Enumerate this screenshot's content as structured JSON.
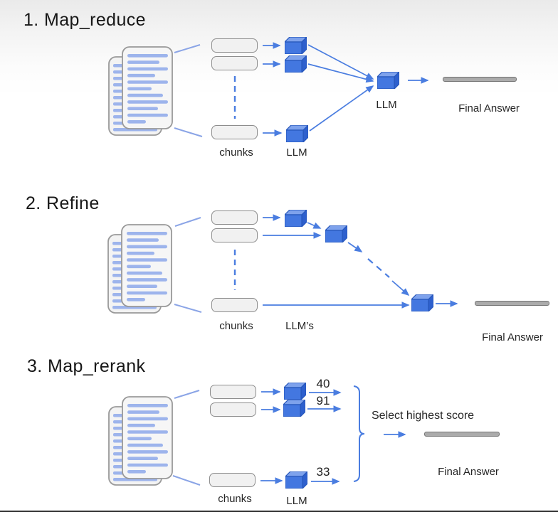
{
  "colors": {
    "accent_blue": "#4a7de0",
    "doc_connector_blue": "#8aa4e6",
    "cube_front": "#4377e0",
    "cube_top": "#7ea2ec",
    "cube_side": "#2e60cd",
    "cube_border": "#2757bb",
    "doc_line_blue": "#9db4ec",
    "chunk_fill": "#f1f1f1",
    "chunk_border": "#8d8d8d",
    "bar_fill": "#ababab",
    "bar_border": "#757575",
    "text": "#262626"
  },
  "sections": [
    {
      "title": "1. Map_reduce",
      "chunks_label": "chunks",
      "llm_label": "LLM",
      "combine_llm_label": "LLM",
      "final_answer_label": "Final Answer"
    },
    {
      "title": "2. Refine",
      "chunks_label": "chunks",
      "llm_label": "LLM’s",
      "final_answer_label": "Final Answer"
    },
    {
      "title": "3. Map_rerank",
      "chunks_label": "chunks",
      "llm_label": "LLM",
      "scores": [
        "40",
        "91",
        "33"
      ],
      "select_label": "Select highest score",
      "final_answer_label": "Final Answer"
    }
  ]
}
